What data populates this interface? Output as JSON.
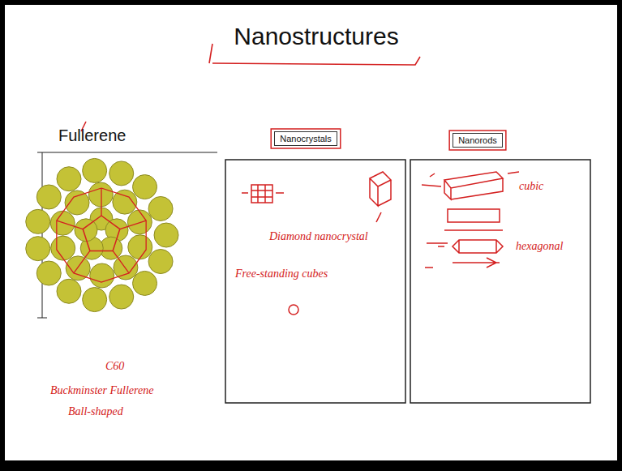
{
  "diagram": {
    "title": "Nanostructures",
    "nodes": [
      {
        "text": [
          "Nanocrystals"
        ]
      },
      {
        "text": [
          "Nanorods"
        ]
      }
    ],
    "labels": [
      "Fullerene",
      "C60",
      "Buckminster Fullerene",
      "Ball-shaped",
      "Diamond nanocrystal",
      "Free-standing cubes",
      "cubic",
      "hexagonal"
    ]
  }
}
